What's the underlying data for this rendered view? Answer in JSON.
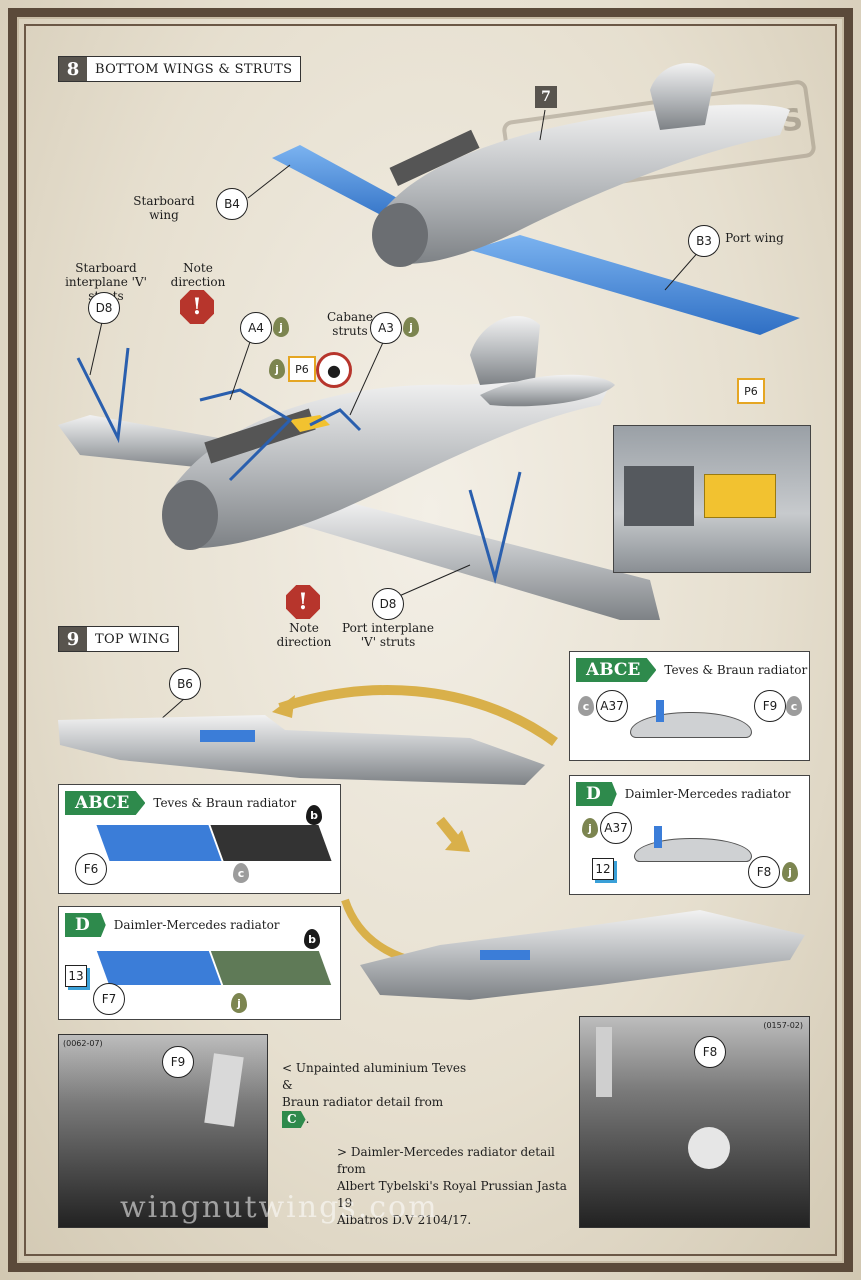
{
  "step8": {
    "number": "8",
    "title": "BOTTOM WINGS & STRUTS"
  },
  "step9": {
    "number": "9",
    "title": "TOP WING"
  },
  "ref_step": "7",
  "parts": {
    "b4": "B4",
    "b3": "B3",
    "d8a": "D8",
    "d8b": "D8",
    "a4": "A4",
    "a3": "A3",
    "p6": "P6",
    "p6_inset": "P6",
    "b6": "B6",
    "f6": "F6",
    "f7": "F7",
    "f9": "F9",
    "f8": "F8",
    "a37a": "A37",
    "a37b": "A37",
    "f9b": "F9",
    "f8b": "F8"
  },
  "labels": {
    "starboard_wing": "Starboard wing",
    "port_wing": "Port wing",
    "starboard_struts": "Starboard interplane 'V' struts",
    "note_direction": "Note direction",
    "cabane_struts": "Cabane struts",
    "port_struts": "Port interplane 'V' struts"
  },
  "paint": {
    "j": "j",
    "c": "c",
    "b": "b"
  },
  "boxes": {
    "abce_tag": "ABCE",
    "d_tag": "D",
    "teves": "Teves & Braun radiator",
    "daimler": "Daimler-Mercedes radiator",
    "num12": "12",
    "num13": "13"
  },
  "photos": {
    "left_code": "(0062-07)",
    "right_code": "(0157-02)"
  },
  "notes": {
    "note1_line1": "< Unpainted aluminium Teves &",
    "note1_line2": "Braun radiator detail from",
    "note1_tag": "C",
    "note2_line1": "> Daimler-Mercedes radiator detail from",
    "note2_line2": "Albert Tybelski's Royal Prussian Jasta 19",
    "note2_line3": "Albatros D.V 2104/17."
  },
  "watermark": "wingnutwings.com",
  "brand_logo": "WINGNUT WINGS"
}
